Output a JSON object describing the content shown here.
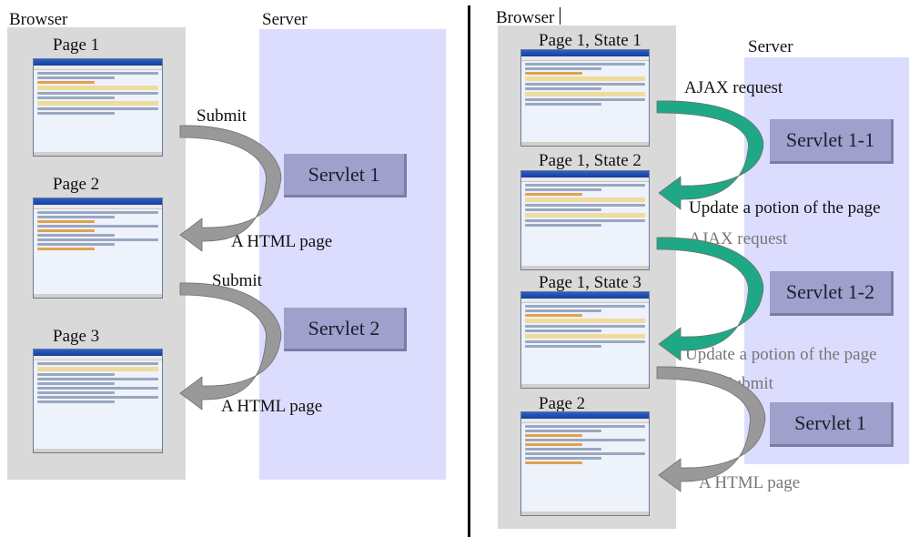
{
  "left": {
    "browser_label": "Browser",
    "server_label": "Server",
    "pages": [
      "Page 1",
      "Page 2",
      "Page 3"
    ],
    "arrows": [
      "Submit",
      "A HTML page",
      "Submit",
      "A HTML page"
    ],
    "servlets": [
      "Servlet 1",
      "Servlet 2"
    ]
  },
  "right": {
    "browser_label": "Browser",
    "server_label": "Server",
    "pages": [
      "Page 1, State 1",
      "Page 1, State 2",
      "Page 1, State 3",
      "Page 2"
    ],
    "arrows": [
      "AJAX request",
      "Update a potion of the page",
      "AJAX request",
      "Update a potion of the page",
      "Submit",
      "A HTML page"
    ],
    "servlets": [
      "Servlet 1-1",
      "Servlet 1-2",
      "Servlet 1"
    ]
  },
  "colors": {
    "browser_lane": "#d9d9d9",
    "server_lane": "#dcdcff",
    "servlet_box": "#9fa0cc",
    "gray_arrow": "#999999",
    "ajax_arrow": "#1fa885"
  }
}
